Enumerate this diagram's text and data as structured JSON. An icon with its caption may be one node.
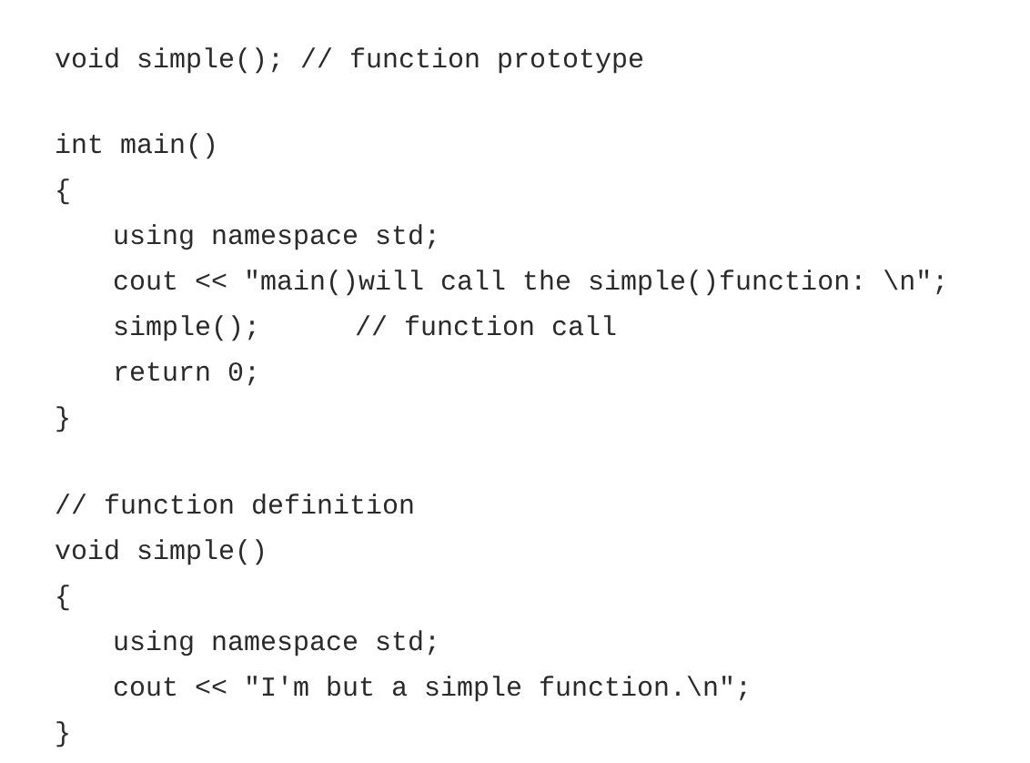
{
  "diagram": {
    "labels": [
      "void simple();",
      "// function prototype",
      "int main()",
      "{",
      "using namespace std;",
      "cout << \"main()will call the simple()function: \\n\";",
      "simple();",
      "// function call",
      "return 0;",
      "}",
      "// function definition",
      "void simple()",
      "{",
      "using namespace std;",
      "cout << \"I'm but a simple function.\\n\";",
      "}"
    ]
  }
}
